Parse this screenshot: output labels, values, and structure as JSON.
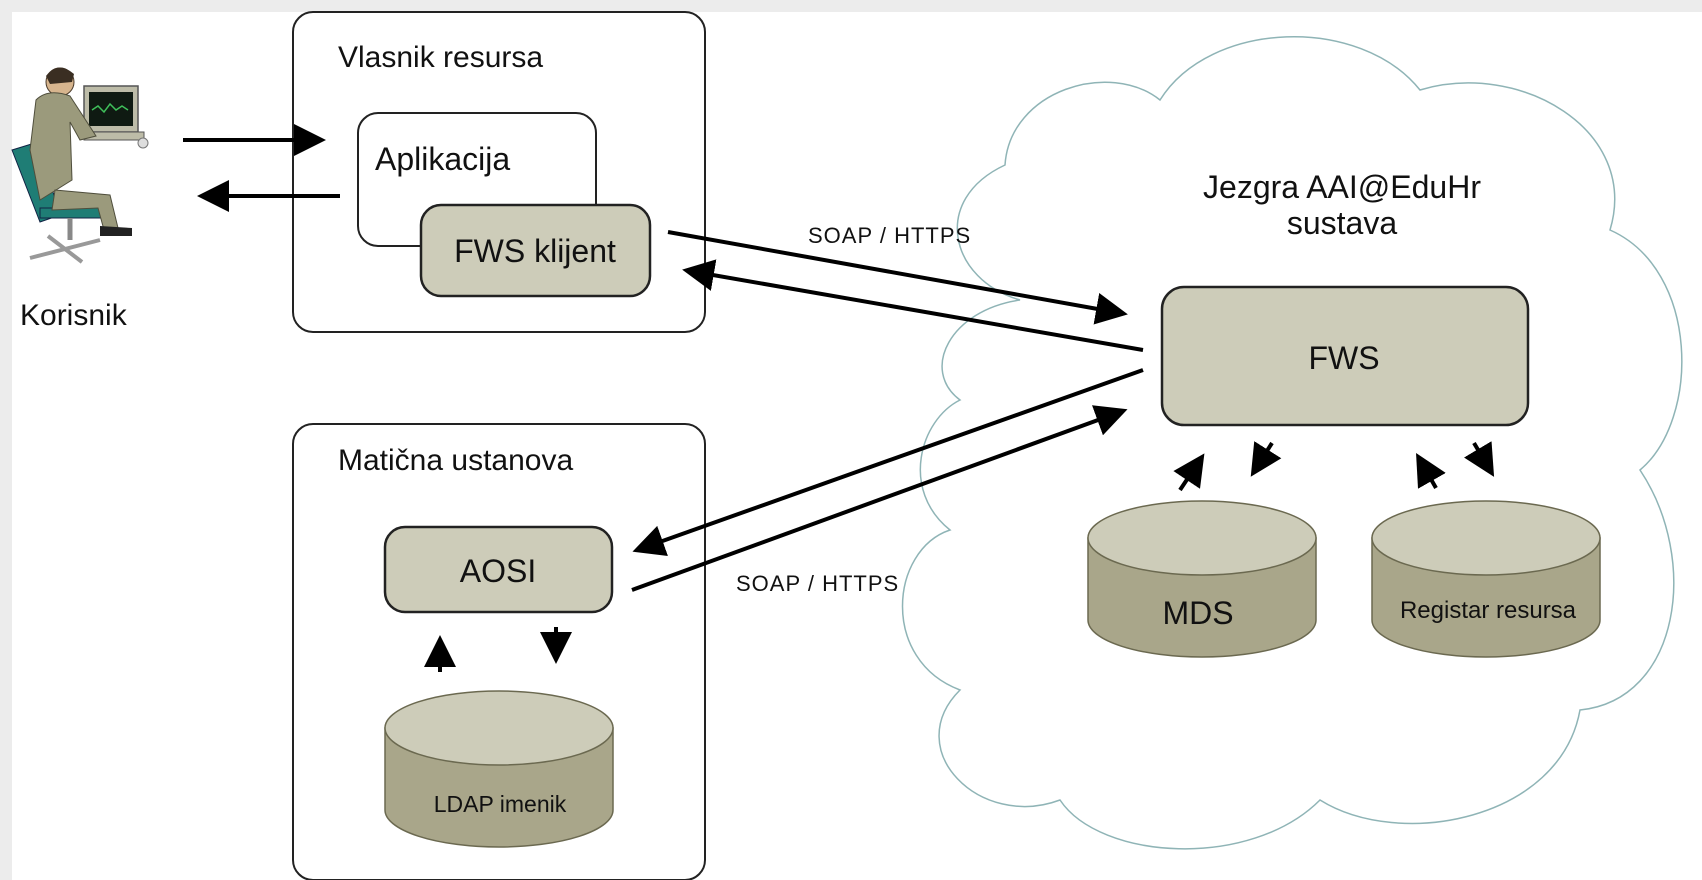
{
  "user": {
    "label": "Korisnik"
  },
  "resource_owner": {
    "title": "Vlasnik resursa",
    "app_label": "Aplikacija",
    "client_label": "FWS klijent"
  },
  "home_institution": {
    "title": "Matična ustanova",
    "aosi_label": "AOSI",
    "ldap_label": "LDAP imenik"
  },
  "core": {
    "title_line1": "Jezgra AAI@EduHr",
    "title_line2": "sustava",
    "fws_label": "FWS",
    "mds_label": "MDS",
    "registry_label": "Registar resursa"
  },
  "protocols": {
    "top": "SOAP / HTTPS",
    "bottom": "SOAP / HTTPS"
  },
  "colors": {
    "node_fill": "#cdccb9",
    "cylinder_side": "#a9a68a",
    "cloud_stroke": "#8fb4b6",
    "background": "#ececec"
  }
}
